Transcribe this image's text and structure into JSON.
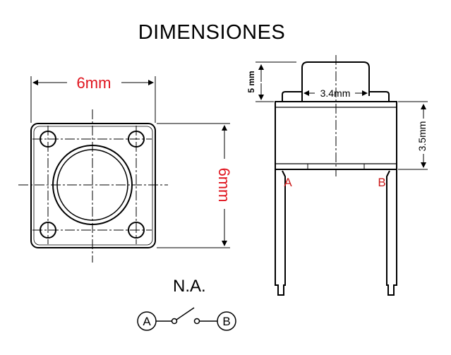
{
  "title": "DIMENSIONES",
  "top_view": {
    "width_label": "6mm",
    "height_label": "6mm"
  },
  "side_view": {
    "top_height_label": "5 mm",
    "cap_width_label": "3.4mm",
    "body_height_label": "3.5mm",
    "pin_a_label": "A",
    "pin_b_label": "B"
  },
  "schematic": {
    "heading": "N.A.",
    "terminal_a": "A",
    "terminal_b": "B"
  },
  "colors": {
    "line": "#000000",
    "dimension_red": "#e0141e",
    "pin_label_red": "#cc1a1a"
  }
}
